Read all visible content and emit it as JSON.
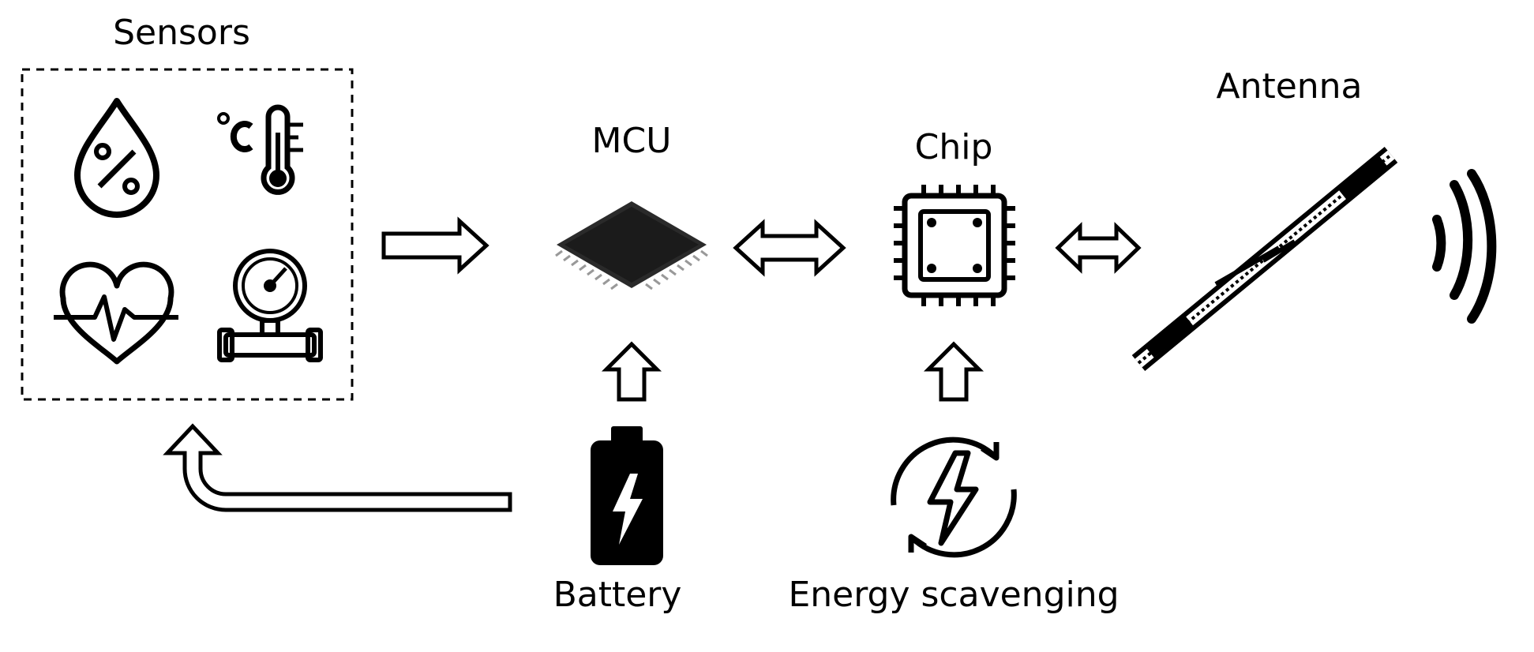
{
  "labels": {
    "sensors": "Sensors",
    "mcu": "MCU",
    "chip": "Chip",
    "antenna": "Antenna",
    "battery": "Battery",
    "energy_scavenging": "Energy scavenging"
  },
  "icons": {
    "sensors": [
      "humidity-drop-icon",
      "thermometer-icon",
      "heart-rate-icon",
      "pressure-gauge-icon"
    ],
    "mcu": "microcontroller-icon",
    "chip": "chip-icon",
    "antenna": "rfid-antenna-icon",
    "signal": "wireless-signal-icon",
    "battery": "battery-icon",
    "energy": "energy-cycle-icon"
  },
  "colors": {
    "stroke": "#000000",
    "background": "#ffffff"
  }
}
